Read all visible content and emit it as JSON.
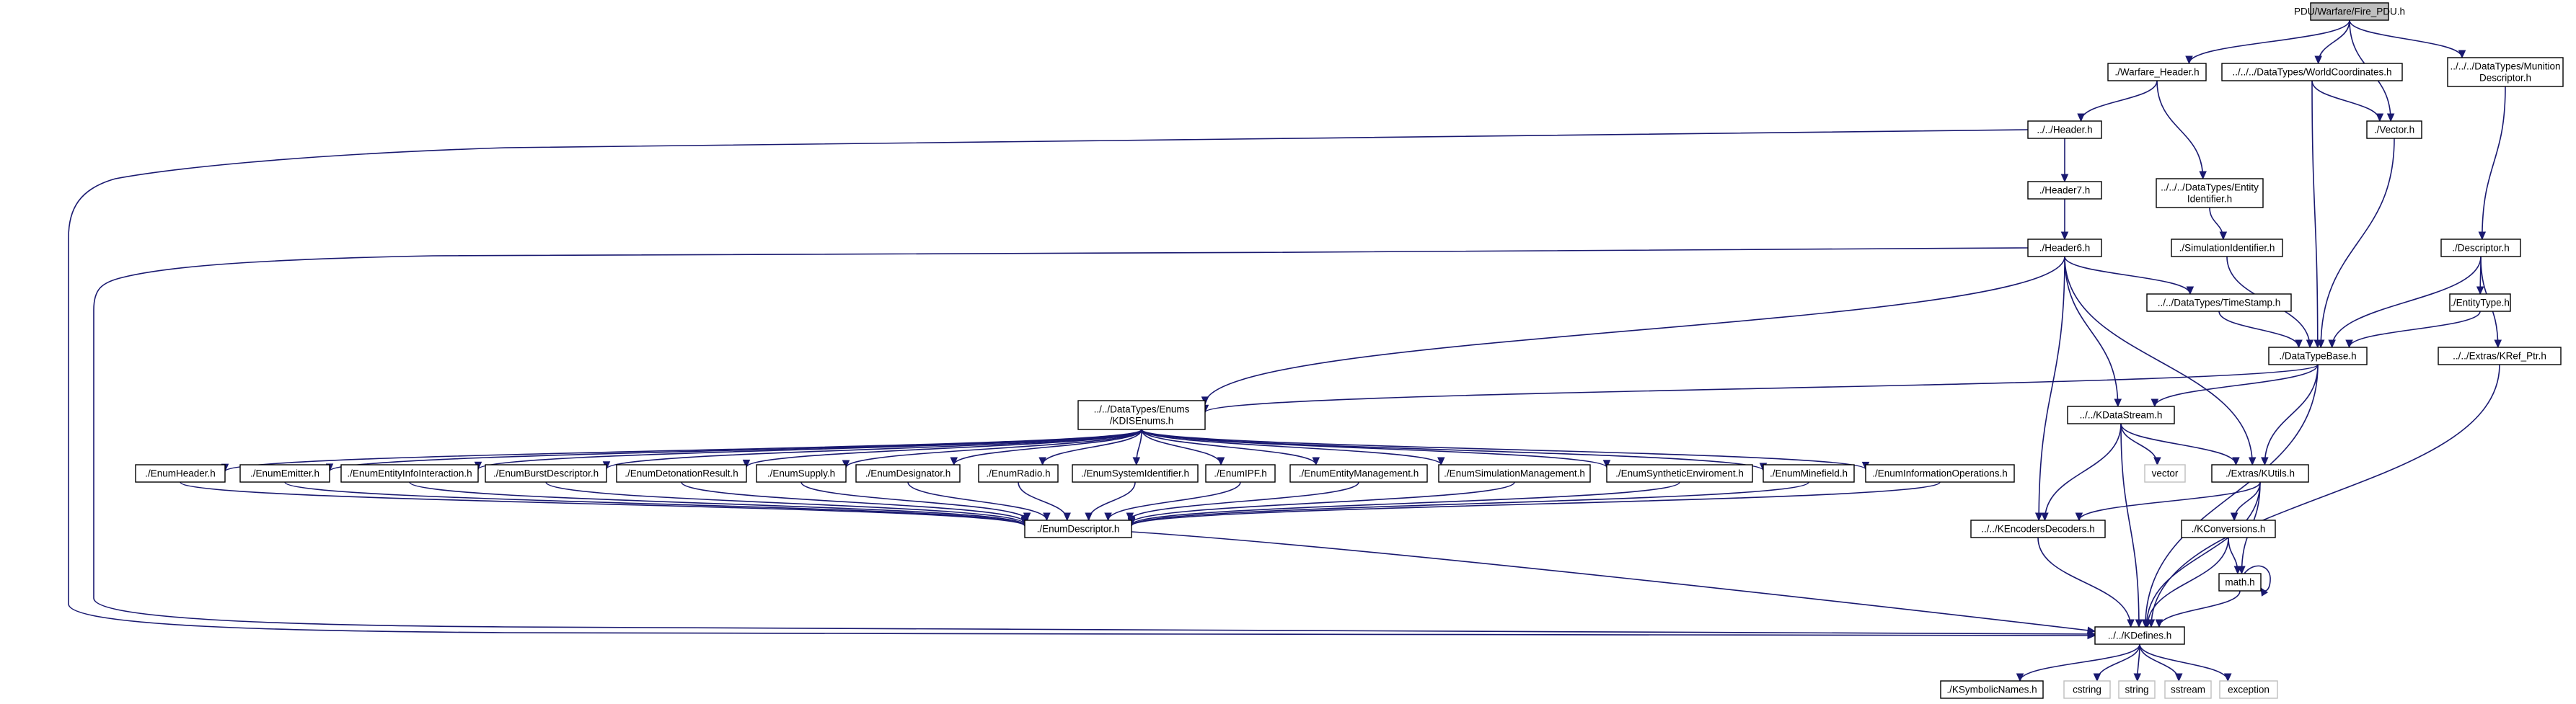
{
  "graph": {
    "root": "PDU/Warfare/Fire_PDU.h",
    "nodes": [
      {
        "id": "fire",
        "label": [
          "PDU/Warfare/Fire_PDU.h"
        ],
        "kind": "root"
      },
      {
        "id": "warfare_header",
        "label": [
          "./Warfare_Header.h"
        ]
      },
      {
        "id": "world_coord",
        "label": [
          "../../../DataTypes/WorldCoordinates.h"
        ]
      },
      {
        "id": "munition_desc",
        "label": [
          "../../../DataTypes/Munition",
          "Descriptor.h"
        ]
      },
      {
        "id": "header_h",
        "label": [
          "../../Header.h"
        ]
      },
      {
        "id": "vector_h",
        "label": [
          "./Vector.h"
        ]
      },
      {
        "id": "entity_id",
        "label": [
          "../../../DataTypes/Entity",
          "Identifier.h"
        ]
      },
      {
        "id": "header7",
        "label": [
          "./Header7.h"
        ]
      },
      {
        "id": "sim_id",
        "label": [
          "./SimulationIdentifier.h"
        ]
      },
      {
        "id": "descriptor",
        "label": [
          "./Descriptor.h"
        ]
      },
      {
        "id": "header6",
        "label": [
          "./Header6.h"
        ]
      },
      {
        "id": "timestamp",
        "label": [
          "../../DataTypes/TimeStamp.h"
        ]
      },
      {
        "id": "entity_type",
        "label": [
          "./EntityType.h"
        ]
      },
      {
        "id": "datatypebase",
        "label": [
          "./DataTypeBase.h"
        ]
      },
      {
        "id": "kref_ptr",
        "label": [
          "../../Extras/KRef_Ptr.h"
        ]
      },
      {
        "id": "disenums",
        "label": [
          "../../DataTypes/Enums",
          "/KDISEnums.h"
        ]
      },
      {
        "id": "kdatastream",
        "label": [
          "../../KDataStream.h"
        ]
      },
      {
        "id": "enum_header",
        "label": [
          "./EnumHeader.h"
        ]
      },
      {
        "id": "enum_emitter",
        "label": [
          "./EnumEmitter.h"
        ]
      },
      {
        "id": "enum_eii",
        "label": [
          "./EnumEntityInfoInteraction.h"
        ]
      },
      {
        "id": "enum_burst",
        "label": [
          "./EnumBurstDescriptor.h"
        ]
      },
      {
        "id": "enum_detonation",
        "label": [
          "./EnumDetonationResult.h"
        ]
      },
      {
        "id": "enum_supply",
        "label": [
          "./EnumSupply.h"
        ]
      },
      {
        "id": "enum_designator",
        "label": [
          "./EnumDesignator.h"
        ]
      },
      {
        "id": "enum_radio",
        "label": [
          "./EnumRadio.h"
        ]
      },
      {
        "id": "enum_sysid",
        "label": [
          "./EnumSystemIdentifier.h"
        ]
      },
      {
        "id": "enum_ipf",
        "label": [
          "./EnumIPF.h"
        ]
      },
      {
        "id": "enum_entmgmt",
        "label": [
          "./EnumEntityManagement.h"
        ]
      },
      {
        "id": "enum_simmgmt",
        "label": [
          "./EnumSimulationManagement.h"
        ]
      },
      {
        "id": "enum_synth",
        "label": [
          "./EnumSyntheticEnviroment.h"
        ]
      },
      {
        "id": "enum_minefield",
        "label": [
          "./EnumMinefield.h"
        ]
      },
      {
        "id": "enum_infoops",
        "label": [
          "./EnumInformationOperations.h"
        ]
      },
      {
        "id": "vector_sys",
        "label": [
          "vector"
        ],
        "kind": "sys"
      },
      {
        "id": "kutils",
        "label": [
          "./Extras/KUtils.h"
        ]
      },
      {
        "id": "enum_desc",
        "label": [
          "./EnumDescriptor.h"
        ]
      },
      {
        "id": "kencoders",
        "label": [
          "../../KEncodersDecoders.h"
        ]
      },
      {
        "id": "kconversions",
        "label": [
          "./KConversions.h"
        ]
      },
      {
        "id": "math_h",
        "label": [
          "math.h"
        ]
      },
      {
        "id": "kdefines",
        "label": [
          "../../KDefines.h"
        ]
      },
      {
        "id": "ksymbolic",
        "label": [
          "./KSymbolicNames.h"
        ]
      },
      {
        "id": "cstring",
        "label": [
          "cstring"
        ],
        "kind": "sys"
      },
      {
        "id": "string",
        "label": [
          "string"
        ],
        "kind": "sys"
      },
      {
        "id": "sstream",
        "label": [
          "sstream"
        ],
        "kind": "sys"
      },
      {
        "id": "exception",
        "label": [
          "exception"
        ],
        "kind": "sys"
      }
    ],
    "edges": [
      [
        "fire",
        "warfare_header"
      ],
      [
        "fire",
        "world_coord"
      ],
      [
        "fire",
        "vector_h"
      ],
      [
        "fire",
        "munition_desc"
      ],
      [
        "warfare_header",
        "header_h"
      ],
      [
        "warfare_header",
        "entity_id"
      ],
      [
        "world_coord",
        "vector_h"
      ],
      [
        "world_coord",
        "datatypebase"
      ],
      [
        "munition_desc",
        "descriptor"
      ],
      [
        "header_h",
        "header7"
      ],
      [
        "header_h",
        "kdefines"
      ],
      [
        "vector_h",
        "datatypebase"
      ],
      [
        "entity_id",
        "sim_id"
      ],
      [
        "sim_id",
        "datatypebase"
      ],
      [
        "header7",
        "header6"
      ],
      [
        "header6",
        "disenums"
      ],
      [
        "header6",
        "timestamp"
      ],
      [
        "header6",
        "kdatastream"
      ],
      [
        "header6",
        "kutils"
      ],
      [
        "header6",
        "kencoders"
      ],
      [
        "header6",
        "kdefines"
      ],
      [
        "timestamp",
        "datatypebase"
      ],
      [
        "descriptor",
        "entity_type"
      ],
      [
        "descriptor",
        "datatypebase"
      ],
      [
        "descriptor",
        "kref_ptr"
      ],
      [
        "entity_type",
        "datatypebase"
      ],
      [
        "datatypebase",
        "disenums"
      ],
      [
        "datatypebase",
        "kdatastream"
      ],
      [
        "datatypebase",
        "kutils"
      ],
      [
        "datatypebase",
        "kdefines"
      ],
      [
        "kref_ptr",
        "kdefines"
      ],
      [
        "disenums",
        "enum_header"
      ],
      [
        "disenums",
        "enum_emitter"
      ],
      [
        "disenums",
        "enum_eii"
      ],
      [
        "disenums",
        "enum_burst"
      ],
      [
        "disenums",
        "enum_detonation"
      ],
      [
        "disenums",
        "enum_supply"
      ],
      [
        "disenums",
        "enum_designator"
      ],
      [
        "disenums",
        "enum_radio"
      ],
      [
        "disenums",
        "enum_sysid"
      ],
      [
        "disenums",
        "enum_ipf"
      ],
      [
        "disenums",
        "enum_entmgmt"
      ],
      [
        "disenums",
        "enum_simmgmt"
      ],
      [
        "disenums",
        "enum_synth"
      ],
      [
        "disenums",
        "enum_minefield"
      ],
      [
        "disenums",
        "enum_infoops"
      ],
      [
        "enum_header",
        "enum_desc"
      ],
      [
        "enum_emitter",
        "enum_desc"
      ],
      [
        "enum_eii",
        "enum_desc"
      ],
      [
        "enum_burst",
        "enum_desc"
      ],
      [
        "enum_detonation",
        "enum_desc"
      ],
      [
        "enum_supply",
        "enum_desc"
      ],
      [
        "enum_designator",
        "enum_desc"
      ],
      [
        "enum_radio",
        "enum_desc"
      ],
      [
        "enum_sysid",
        "enum_desc"
      ],
      [
        "enum_ipf",
        "enum_desc"
      ],
      [
        "enum_entmgmt",
        "enum_desc"
      ],
      [
        "enum_simmgmt",
        "enum_desc"
      ],
      [
        "enum_synth",
        "enum_desc"
      ],
      [
        "enum_minefield",
        "enum_desc"
      ],
      [
        "enum_infoops",
        "enum_desc"
      ],
      [
        "kdatastream",
        "kencoders"
      ],
      [
        "kdatastream",
        "vector_sys"
      ],
      [
        "kdatastream",
        "kutils"
      ],
      [
        "kdatastream",
        "kdefines"
      ],
      [
        "kutils",
        "kencoders"
      ],
      [
        "kutils",
        "kconversions"
      ],
      [
        "kutils",
        "math_h"
      ],
      [
        "kutils",
        "kdefines"
      ],
      [
        "enum_desc",
        "kdefines"
      ],
      [
        "kencoders",
        "kdefines"
      ],
      [
        "kconversions",
        "math_h"
      ],
      [
        "kconversions",
        "kdefines"
      ],
      [
        "math_h",
        "math_h"
      ],
      [
        "math_h",
        "kdefines"
      ],
      [
        "kdefines",
        "ksymbolic"
      ],
      [
        "kdefines",
        "cstring"
      ],
      [
        "kdefines",
        "string"
      ],
      [
        "kdefines",
        "sstream"
      ],
      [
        "kdefines",
        "exception"
      ]
    ]
  }
}
